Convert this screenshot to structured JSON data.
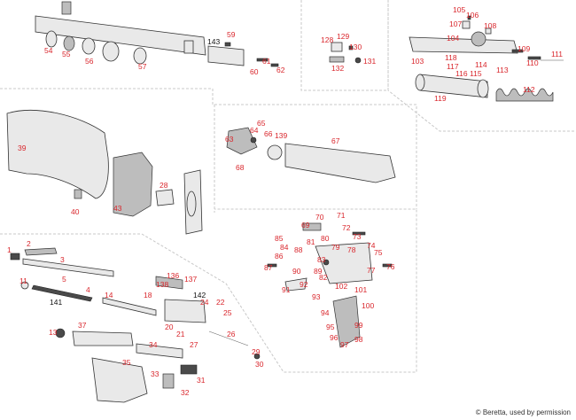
{
  "credit": "© Beretta, used by permission",
  "accent_red": "#d9262c",
  "labels": {
    "p1": "1",
    "p2": "2",
    "p3": "3",
    "p4": "4",
    "p5": "5",
    "p11": "11",
    "p13": "13",
    "p14": "14",
    "p18": "18",
    "p20": "20",
    "p21": "21",
    "p22": "22",
    "p24": "24",
    "p25": "25",
    "p26": "26",
    "p27": "27",
    "p28": "28",
    "p29": "29",
    "p30": "30",
    "p31": "31",
    "p32": "32",
    "p33": "33",
    "p34": "34",
    "p35": "35",
    "p37": "37",
    "p39": "39",
    "p40": "40",
    "p43": "43",
    "p54": "54",
    "p55": "55",
    "p56": "56",
    "p57": "57",
    "p59": "59",
    "p60": "60",
    "p61": "61",
    "p62": "62",
    "p63": "63",
    "p64": "64",
    "p65": "65",
    "p66": "66",
    "p67": "67",
    "p68": "68",
    "p69": "69",
    "p70": "70",
    "p71": "71",
    "p72": "72",
    "p73": "73",
    "p74": "74",
    "p75": "75",
    "p76": "76",
    "p77": "77",
    "p78": "78",
    "p79": "79",
    "p80": "80",
    "p81": "81",
    "p82": "82",
    "p83": "83",
    "p84": "84",
    "p85": "85",
    "p86": "86",
    "p87": "87",
    "p88": "88",
    "p89": "89",
    "p90": "90",
    "p91": "91",
    "p92": "92",
    "p93": "93",
    "p94": "94",
    "p95": "95",
    "p96": "96",
    "p97": "97",
    "p98": "98",
    "p99": "99",
    "p100": "100",
    "p101": "101",
    "p102": "102",
    "p103": "103",
    "p104": "104",
    "p105": "105",
    "p106": "106",
    "p107": "107",
    "p108": "108",
    "p109": "109",
    "p110": "110",
    "p111": "111",
    "p112": "112",
    "p113": "113",
    "p114": "114",
    "p115": "115",
    "p116": "116",
    "p117": "117",
    "p118": "118",
    "p119": "119",
    "p128": "128",
    "p129": "129",
    "p130": "130",
    "p131": "131",
    "p132": "132",
    "p136": "136",
    "p137": "137",
    "p138": "138",
    "p139": "139",
    "p141": "141",
    "p142": "142",
    "p143": "143"
  }
}
